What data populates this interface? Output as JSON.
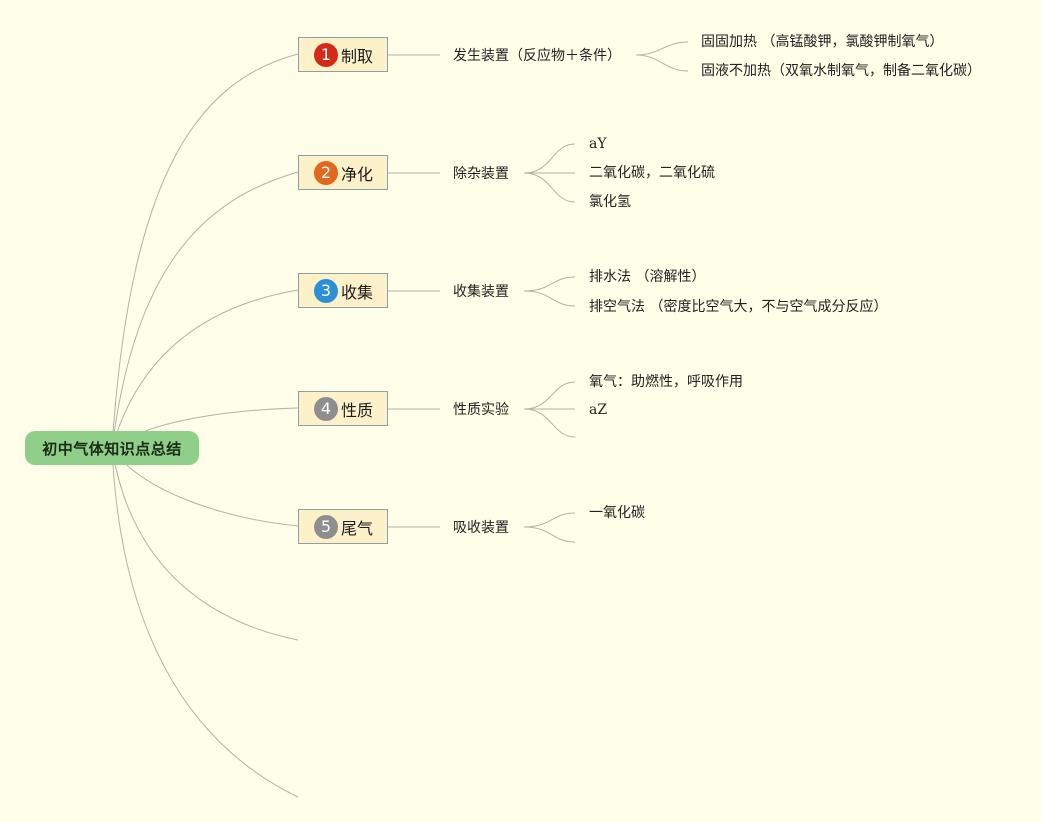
{
  "mindmap": {
    "root": "初中气体知识点总结",
    "branches": [
      {
        "number": "1",
        "badge_color": "#d42a16",
        "topic": "制取",
        "subtopic": "发生装置（反应物＋条件）",
        "leaves": [
          "固固加热 （高锰酸钾，氯酸钾制氧气）",
          "固液不加热（双氧水制氧气，制备二氧化碳）"
        ]
      },
      {
        "number": "2",
        "badge_color": "#e2681d",
        "topic": "净化",
        "subtopic": "除杂装置",
        "leaves": [
          "aY",
          "二氧化碳，二氧化硫",
          "氯化氢"
        ]
      },
      {
        "number": "3",
        "badge_color": "#2d8fd5",
        "topic": "收集",
        "subtopic": "收集装置",
        "leaves": [
          "排水法 （溶解性）",
          "排空气法 （密度比空气大，不与空气成分反应）"
        ]
      },
      {
        "number": "4",
        "badge_color": "#8e8e8e",
        "topic": "性质",
        "subtopic": "性质实验",
        "leaves": [
          "氧气：助燃性，呼吸作用",
          "aZ",
          ""
        ]
      },
      {
        "number": "5",
        "badge_color": "#8e8e8e",
        "topic": "尾气",
        "subtopic": "吸收装置",
        "leaves": [
          "一氧化碳",
          ""
        ]
      }
    ]
  }
}
